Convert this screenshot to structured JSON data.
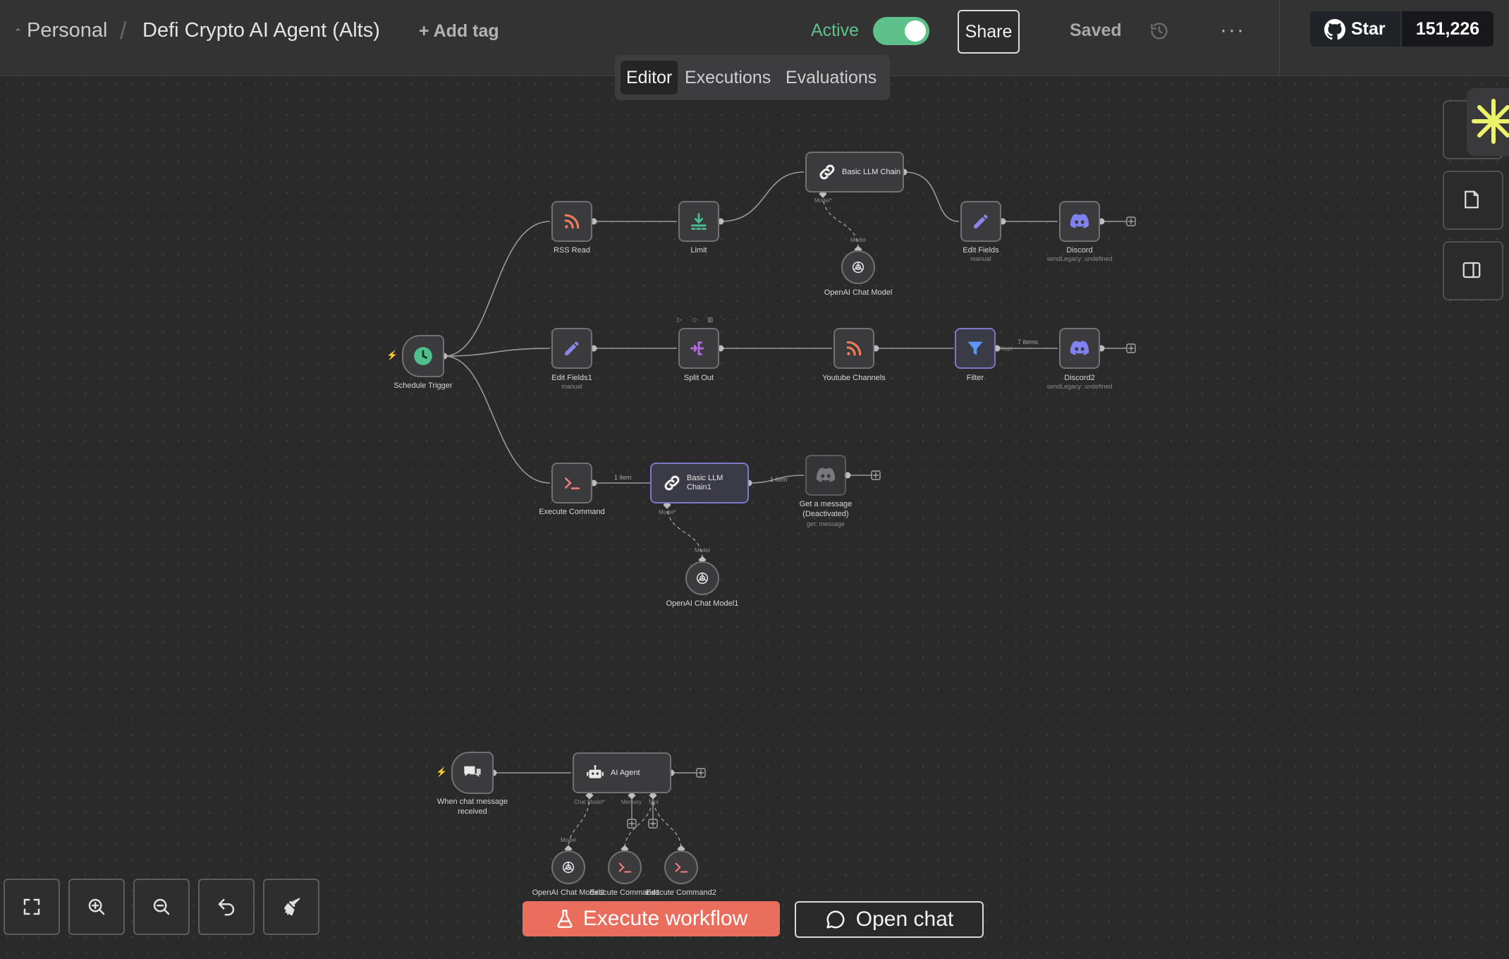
{
  "header": {
    "breadcrumb_root": "Personal",
    "separator": "/",
    "workflow_title": "Defi Crypto AI Agent (Alts)",
    "add_tag_label": "+ Add tag",
    "active_label": "Active",
    "active": true,
    "share_label": "Share",
    "saved_label": "Saved",
    "more_label": "···",
    "github_star_label": "Star",
    "github_star_count": "151,226"
  },
  "tabs": [
    {
      "label": "Editor",
      "active": true
    },
    {
      "label": "Executions",
      "active": false
    },
    {
      "label": "Evaluations",
      "active": false
    }
  ],
  "nodes": {
    "rss_read": {
      "label": "RSS Read",
      "icon": "rss-icon"
    },
    "limit": {
      "label": "Limit",
      "icon": "limit-icon"
    },
    "basic_llm_chain": {
      "label": "Basic LLM Chain",
      "icon": "link-icon"
    },
    "openai_chat_model": {
      "label": "OpenAI Chat Model",
      "icon": "openai-icon"
    },
    "edit_fields": {
      "label": "Edit Fields",
      "sub": "manual",
      "icon": "pencil-icon"
    },
    "discord": {
      "label": "Discord",
      "sub": "sendLegacy: undefined",
      "icon": "discord-icon"
    },
    "schedule_trigger": {
      "label": "Schedule Trigger",
      "icon": "clock-icon"
    },
    "edit_fields1": {
      "label": "Edit Fields1",
      "sub": "manual",
      "icon": "pencil-icon"
    },
    "split_out": {
      "label": "Split Out",
      "icon": "split-icon"
    },
    "youtube_channels": {
      "label": "Youtube Channels",
      "icon": "rss-icon"
    },
    "filter": {
      "label": "Filter",
      "icon": "filter-icon"
    },
    "discord2": {
      "label": "Discord2",
      "sub": "sendLegacy: undefined",
      "icon": "discord-icon"
    },
    "execute_command": {
      "label": "Execute Command",
      "icon": "terminal-icon"
    },
    "basic_llm_chain1": {
      "label": "Basic LLM Chain1",
      "icon": "link-icon"
    },
    "get_message": {
      "label": "Get a message (Deactivated)",
      "sub": "get: message",
      "icon": "discord-icon"
    },
    "openai_chat_model1": {
      "label": "OpenAI Chat Model1",
      "icon": "openai-icon"
    },
    "chat_trigger": {
      "label": "When chat message received",
      "icon": "chat-icon"
    },
    "ai_agent": {
      "label": "AI Agent",
      "icon": "robot-icon"
    },
    "openai_chat_model2": {
      "label": "OpenAI Chat Model2",
      "icon": "openai-icon"
    },
    "execute_command1": {
      "label": "Execute Command1",
      "icon": "terminal-icon"
    },
    "execute_command2": {
      "label": "Execute Command2",
      "icon": "terminal-icon"
    }
  },
  "edge_labels": {
    "model_star": "Model*",
    "model": "Model",
    "one_item": "1 item",
    "seven_items": "7 items",
    "kept": "Kept",
    "chat_model_star": "Chat Model*",
    "memory": "Memory",
    "tool": "Tool"
  },
  "bottom": {
    "execute_label": "Execute workflow",
    "open_chat_label": "Open chat"
  },
  "colors": {
    "accent": "#ea6e5d",
    "active_green": "#5fc18a",
    "canvas_bg": "#2a2a2b",
    "selection": "#7b78c9"
  }
}
